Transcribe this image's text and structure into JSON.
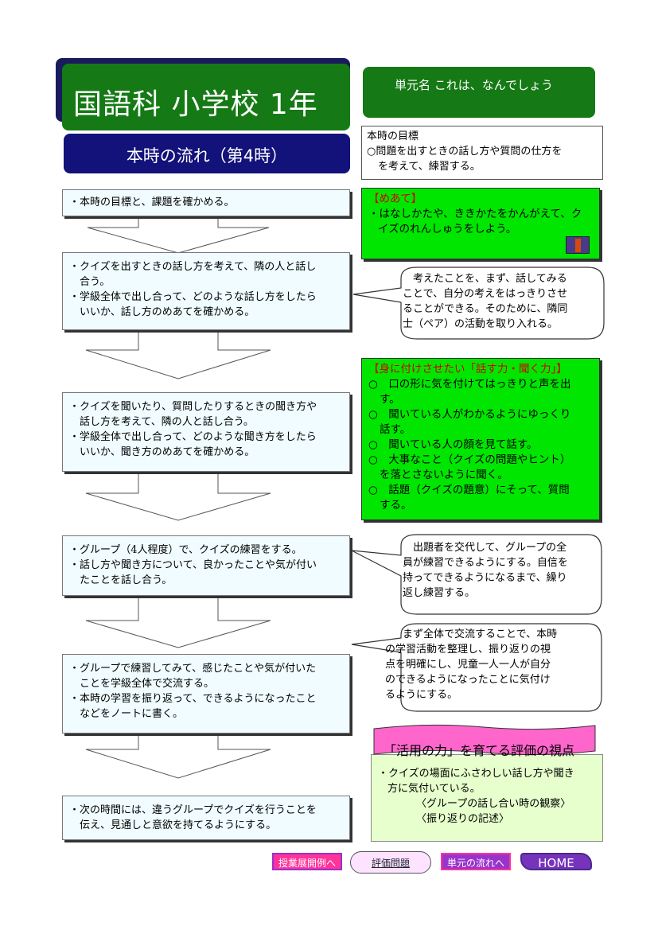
{
  "header": {
    "title": "国語科  小学校  1年",
    "flow_title": "本時の流れ（第4時）",
    "unit": "単元名 これは、なんでしょう",
    "goal_heading": "本時の目標",
    "goal_text": "○問題を出すときの話し方や質問の仕方を",
    "goal_text2": "を考えて、練習する。"
  },
  "steps": [
    {
      "l1": "・本時の目標と、課題を確かめる。"
    },
    {
      "l1": "・クイズを出すときの話し方を考えて、隣の人と話し",
      "l2": "合う。",
      "l3": "・学級全体で出し合って、どのような話し方をしたら",
      "l4": "いいか、話し方のめあてを確かめる。"
    },
    {
      "l1": "・クイズを聞いたり、質問したりするときの聞き方や",
      "l2": "話し方を考えて、隣の人と話し合う。",
      "l3": "・学級全体で出し合って、どのような聞き方をしたら",
      "l4": "いいか、聞き方のめあてを確かめる。"
    },
    {
      "l1": "・グループ（4人程度）で、クイズの練習をする。",
      "l2": "・話し方や聞き方について、良かったことや気が付い",
      "l3": "たことを話し合う。"
    },
    {
      "l1": "・グループで練習してみて、感じたことや気が付いた",
      "l2": "ことを学級全体で交流する。",
      "l3": "・本時の学習を振り返って、できるようになったこと",
      "l4": "などをノートに書く。"
    },
    {
      "l1": "・次の時間には、違うグループでクイズを行うことを",
      "l2": "伝え、見通しと意欲を持てるようにする。"
    }
  ],
  "meate": {
    "heading": "【めあて】",
    "l1": "・はなしかたや、ききかたをかんがえて、ク",
    "l2": "イズのれんしゅうをしよう。"
  },
  "skills": {
    "heading": "【身に付けさせたい「話す力・聞く力」】",
    "items": [
      {
        "a": "○　口の形に気を付けてはっきりと声を出",
        "b": "す。"
      },
      {
        "a": "○　聞いている人がわかるようにゆっくり",
        "b": "話す。"
      },
      {
        "a": "○　聞いている人の顔を見て話す。",
        "b": ""
      },
      {
        "a": "○　大事なこと（クイズの問題やヒント）",
        "b": "を落とさないように聞く。"
      },
      {
        "a": "○　話題（クイズの題意）にそって、質問",
        "b": "する。"
      }
    ]
  },
  "bubbles": [
    {
      "l1": "考えたことを、まず、話してみる",
      "l2": "ことで、自分の考えをはっきりさせ",
      "l3": "ることができる。そのために、隣同",
      "l4": "士（ペア）の活動を取り入れる。"
    },
    {
      "l1": "出題者を交代して、グループの全",
      "l2": "員が練習できるようにする。自信を",
      "l3": "持ってできるようになるまで、繰り",
      "l4": "返し練習する。"
    },
    {
      "l1": "まず全体で交流することで、本時",
      "l2": "の学習活動を整理し、振り返りの視",
      "l3": "点を明確にし、児童一人一人が自分",
      "l4": "のできるようになったことに気付け",
      "l5": "るようにする。"
    }
  ],
  "evaluation": {
    "heading": "「活用の力」を育てる評価の視点",
    "l1": "・クイズの場面にふさわしい話し方や聞き",
    "l2": "方に気付いている。",
    "l3": "〈グループの話し合い時の観察〉",
    "l4": "〈振り返りの記述〉"
  },
  "nav": {
    "btn1": "授業展開例へ",
    "btn2": "評価問題",
    "btn3": "単元の流れへ",
    "btn4": "HOME"
  },
  "colors": {
    "dark_green": "#157a15",
    "navy": "#12127a",
    "bright_green": "#00e600",
    "pink": "#ff66cc",
    "purple": "#9933cc"
  }
}
